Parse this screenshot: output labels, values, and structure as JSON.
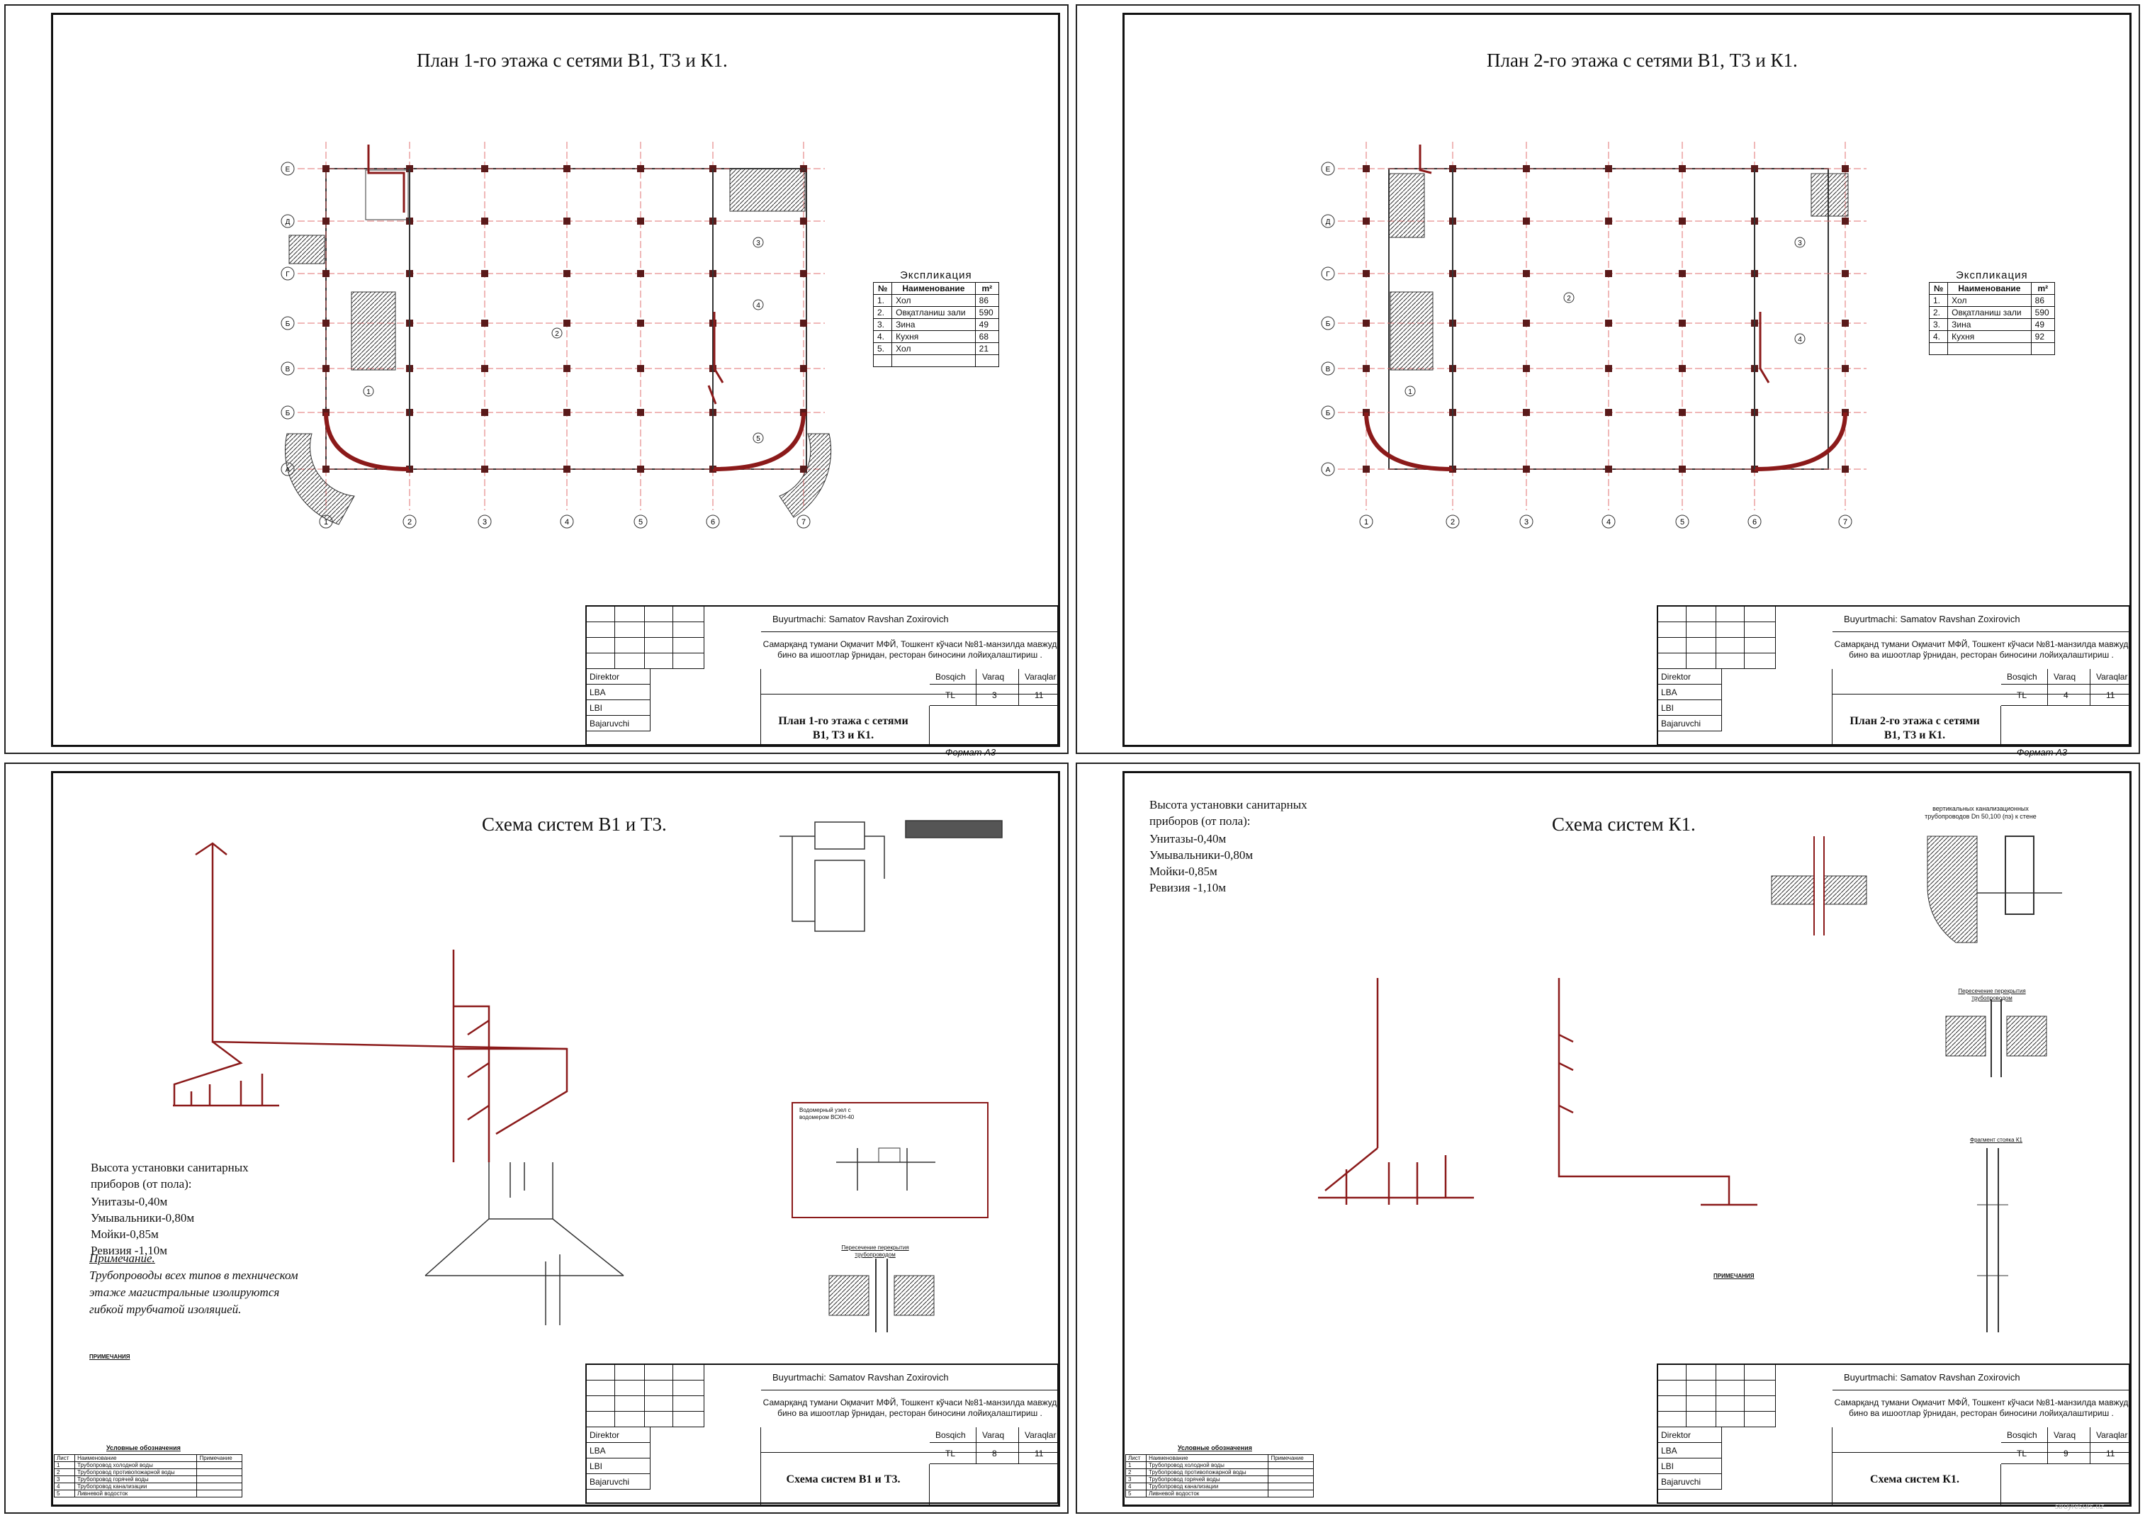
{
  "sheets": [
    {
      "title": "План 1-го этажа с сетями В1, Т3 и К1.",
      "format": "Формат А3",
      "titleblock": {
        "customer": "Buyurtmachi: Samatov Ravshan Zoxirovich",
        "project": "Самарқанд тумани Оқмачит МФЙ, Тошкент кўчаси №81-манзилда мавжуд бино ва ишоотлар ўрнидан, ресторан биносини лойиҳалаштириш .",
        "roles": [
          "Direktor",
          "LBA",
          "LBI",
          "Bajaruvchi"
        ],
        "col_headers": [
          "Bosqich",
          "Varaq",
          "Varaqlar"
        ],
        "stage": "TL",
        "sheet_no": "3",
        "sheets_total": "11",
        "drawing_title": "План 1-го этажа с сетями В1, Т3 и К1."
      }
    },
    {
      "title": "План 2-го этажа с сетями В1, Т3 и К1.",
      "format": "Формат А3",
      "titleblock": {
        "customer": "Buyurtmachi: Samatov Ravshan Zoxirovich",
        "project": "Самарқанд тумани Оқмачит МФЙ, Тошкент кўчаси №81-манзилда мавжуд бино ва ишоотлар ўрнидан, ресторан биносини лойиҳалаштириш .",
        "roles": [
          "Direktor",
          "LBA",
          "LBI",
          "Bajaruvchi"
        ],
        "col_headers": [
          "Bosqich",
          "Varaq",
          "Varaqlar"
        ],
        "stage": "TL",
        "sheet_no": "4",
        "sheets_total": "11",
        "drawing_title": "План 2-го этажа с сетями В1, Т3 и К1."
      }
    },
    {
      "title": "Схема систем В1 и Т3.",
      "titleblock": {
        "customer": "Buyurtmachi: Samatov Ravshan Zoxirovich",
        "project": "Самарқанд тумани Оқмачит МФЙ, Тошкент кўчаси №81-манзилда мавжуд бино ва ишоотлар ўрнидан, ресторан биносини лойиҳалаштириш .",
        "roles": [
          "Direktor",
          "LBA",
          "LBI",
          "Bajaruvchi"
        ],
        "col_headers": [
          "Bosqich",
          "Varaq",
          "Varaqlar"
        ],
        "stage": "TL",
        "sheet_no": "8",
        "sheets_total": "11",
        "drawing_title": "Схема систем В1 и Т3."
      }
    },
    {
      "title": "Схема систем К1.",
      "titleblock": {
        "customer": "Buyurtmachi: Samatov Ravshan Zoxirovich",
        "project": "Самарқанд тумани Оқмачит МФЙ, Тошкент кўчаси №81-манзилда мавжуд бино ва ишоотлар ўрнидан, ресторан биносини лойиҳалаштириш .",
        "roles": [
          "Direktor",
          "LBA",
          "LBI",
          "Bajaruvchi"
        ],
        "col_headers": [
          "Bosqich",
          "Varaq",
          "Varaqlar"
        ],
        "stage": "TL",
        "sheet_no": "9",
        "sheets_total": "11",
        "drawing_title": "Схема систем К1."
      }
    }
  ],
  "explication1": {
    "title": "Экспликация",
    "headers": [
      "№",
      "Наименование",
      "m²"
    ],
    "rows": [
      [
        "1.",
        "Хол",
        "86"
      ],
      [
        "2.",
        "Овқатланиш зали",
        "590"
      ],
      [
        "3.",
        "Зина",
        "49"
      ],
      [
        "4.",
        "Кухня",
        "68"
      ],
      [
        "5.",
        "Хол",
        "21"
      ]
    ]
  },
  "explication2": {
    "title": "Экспликация",
    "headers": [
      "№",
      "Наименование",
      "m²"
    ],
    "rows": [
      [
        "1.",
        "Хол",
        "86"
      ],
      [
        "2.",
        "Овқатланиш зали",
        "590"
      ],
      [
        "3.",
        "Зина",
        "49"
      ],
      [
        "4.",
        "Кухня",
        "92"
      ]
    ]
  },
  "axes": {
    "columns": [
      "1",
      "2",
      "3",
      "4",
      "5",
      "6",
      "7"
    ],
    "rows": [
      "Е",
      "Д",
      "Г",
      "Б",
      "В",
      "Б",
      "А"
    ]
  },
  "rooms": [
    "1",
    "2",
    "3",
    "4",
    "5"
  ],
  "heights": {
    "heading": "Высота установки санитарных\nприборов (от пола):",
    "items": [
      "Унитазы-0,40м",
      "Умывальники-0,80м",
      "Мойки-0,85м",
      "Ревизия -1,10м"
    ]
  },
  "insulation_note": {
    "head": "Примечание.",
    "body": "Трубопроводы всех типов в техническом этаже магистральные изолируются гибкой трубчатой изоляцией."
  },
  "legend": {
    "title": "Условные обозначения",
    "headers": [
      "Лист",
      "Наименование",
      "Примечание"
    ],
    "rows": [
      [
        "1",
        "Трубопровод холодной воды"
      ],
      [
        "2",
        "Трубопровод противопожарной воды"
      ],
      [
        "3",
        "Трубопровод горячей воды"
      ],
      [
        "4",
        "Трубопровод канализации"
      ],
      [
        "5",
        "Ливневой водосток"
      ]
    ]
  },
  "notes_heading": "ПРИМЕЧАНИЯ",
  "detail_labels": {
    "vertical_pipes": "вертикальных канализационных трубопроводов Dn 50,100 (пэ) к стене",
    "crossing": "Пересечение перекрытия трубопроводом",
    "riser": "Фрагмент стояка К1",
    "water_meter": "Водомерный узел с водомером ВСХН-40"
  },
  "watermark": "stroyresurs.uz"
}
